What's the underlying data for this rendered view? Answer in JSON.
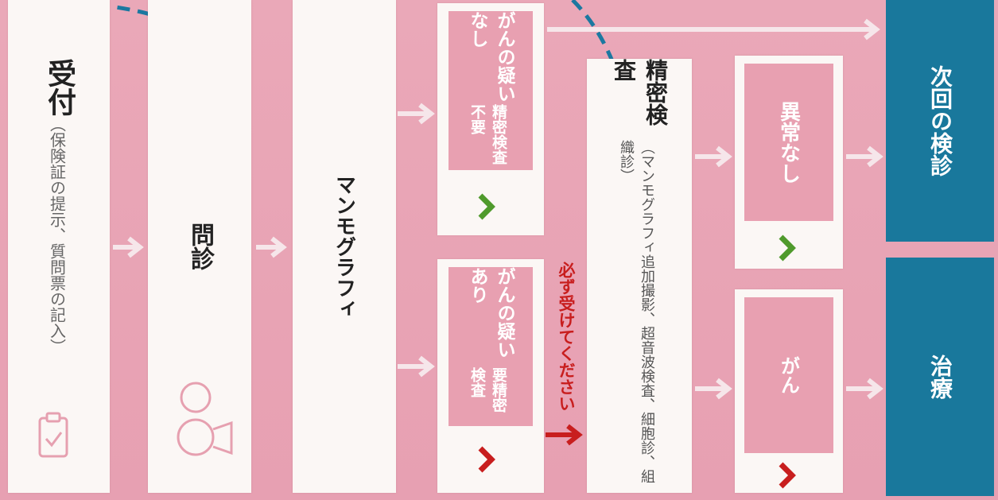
{
  "flow": {
    "reception": {
      "title": "受付",
      "note": "（保険証の提示、質問票の記入）"
    },
    "interview": {
      "title": "問診"
    },
    "mammography": {
      "title": "マンモグラフィ"
    },
    "suspected": {
      "line1": "がんの疑いあり",
      "line2": "要精密検査"
    },
    "not_suspected": {
      "line1": "がんの疑いなし",
      "line2": "精密検査不要"
    },
    "must_notice": "必ず受けてください",
    "detailed_exam": {
      "title": "精密検査",
      "note": "（マンモグラフィ追加撮影、超音波検査、細胞診、組織診）"
    },
    "cancer": {
      "label": "がん"
    },
    "no_abnormality": {
      "label": "異常なし"
    },
    "next_checkup": {
      "label": "次回の検診"
    },
    "treatment": {
      "label": "治療"
    }
  },
  "colors": {
    "background": "#e8a3b4",
    "panel": "#fbf7f5",
    "pink_box": "#e8a0b1",
    "navy": "#19789c",
    "check_green": "#4f9a2c",
    "check_red": "#c81e1e",
    "notice_red": "#c81e1e",
    "dashed_line": "#1c78a0"
  },
  "icons": [
    "clipboard-icon",
    "consultation-icon",
    "check-mark-icon",
    "arrow-right-icon"
  ]
}
